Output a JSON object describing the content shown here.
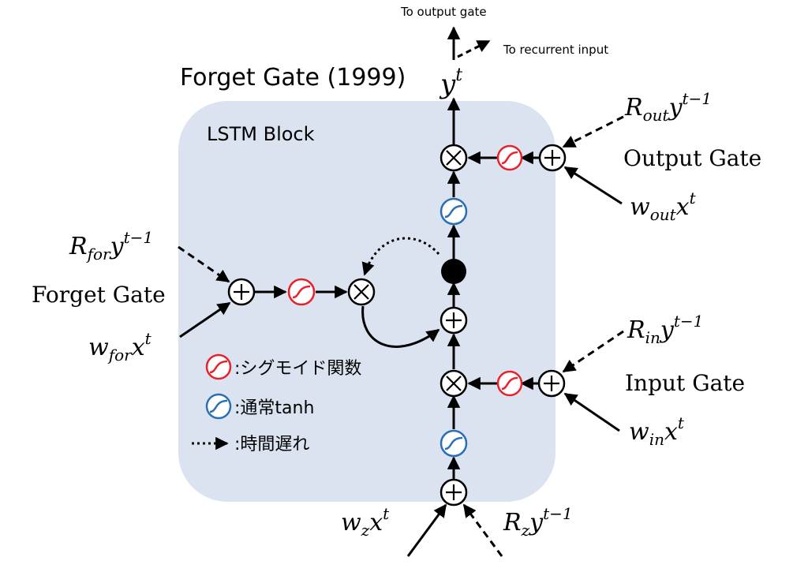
{
  "title": "Forget Gate (1999)",
  "block_label": "LSTM Block",
  "output": {
    "to_output_gate": "To output gate",
    "to_recurrent_input": "To recurrent input",
    "y": {
      "base": "y",
      "sup": "t"
    }
  },
  "gates": {
    "output": {
      "name": "Output Gate",
      "recurrent": {
        "base": "R",
        "sub": "out",
        "var": "y",
        "sup": "t−1"
      },
      "input": {
        "base": "w",
        "sub": "out",
        "var": "x",
        "sup": "t"
      }
    },
    "forget": {
      "name": "Forget Gate",
      "recurrent": {
        "base": "R",
        "sub": "for",
        "var": "y",
        "sup": "t−1"
      },
      "input": {
        "base": "w",
        "sub": "for",
        "var": "x",
        "sup": "t"
      }
    },
    "input": {
      "name": "Input Gate",
      "recurrent": {
        "base": "R",
        "sub": "in",
        "var": "y",
        "sup": "t−1"
      },
      "input": {
        "base": "w",
        "sub": "in",
        "var": "x",
        "sup": "t"
      }
    },
    "block_input": {
      "recurrent": {
        "base": "R",
        "sub": "z",
        "var": "y",
        "sup": "t−1"
      },
      "input": {
        "base": "w",
        "sub": "z",
        "var": "x",
        "sup": "t"
      }
    }
  },
  "legend": [
    {
      "icon": "sigmoid-icon",
      "color": "#e8212b",
      "text": ":シグモイド関数"
    },
    {
      "icon": "tanh-icon",
      "color": "#2a6fb5",
      "text": ":通常tanh"
    },
    {
      "icon": "dotted-arrow-icon",
      "color": "#000000",
      "text": ":時間遅れ"
    }
  ],
  "colors": {
    "block_fill": "#dae3ef",
    "sigmoid": "#e8212b",
    "tanh": "#2a6fb5",
    "ink": "#000000"
  }
}
